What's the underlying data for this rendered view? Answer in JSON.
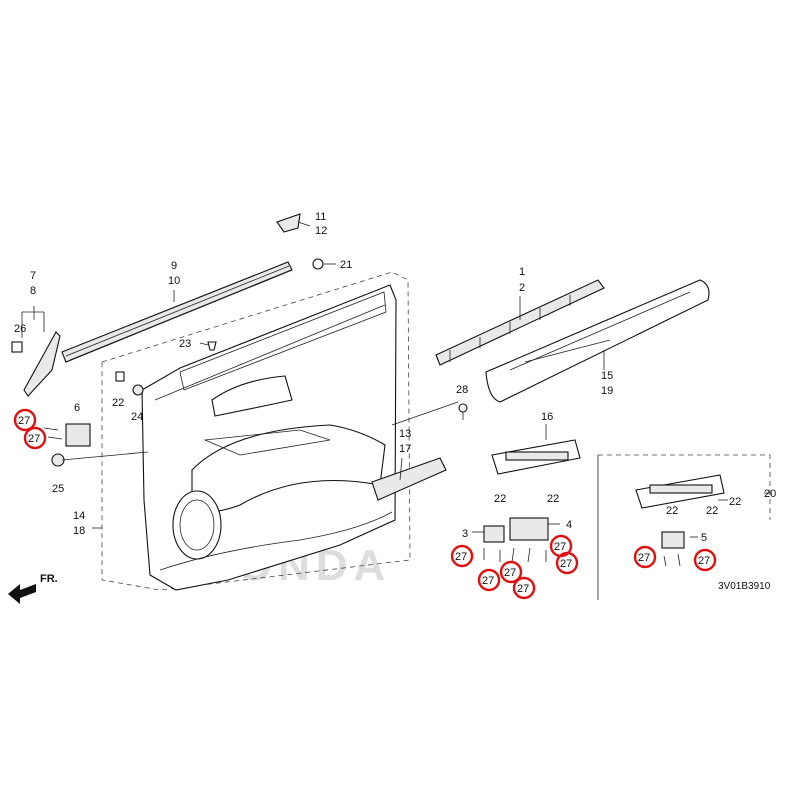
{
  "diagram": {
    "watermark": "HONDA",
    "direction_label": "FR.",
    "diagram_code": "3V01B3910",
    "highlight_color": "#e01010",
    "callouts": {
      "c1": "1",
      "c2": "2",
      "c3": "3",
      "c4": "4",
      "c5": "5",
      "c6": "6",
      "c7": "7",
      "c8": "8",
      "c9": "9",
      "c10": "10",
      "c11": "11",
      "c12": "12",
      "c13": "13",
      "c14": "14",
      "c15": "15",
      "c16": "16",
      "c17": "17",
      "c18": "18",
      "c19": "19",
      "c20": "20",
      "c21": "21",
      "c22a": "22",
      "c22b": "22",
      "c22c": "22",
      "c22d": "22",
      "c22e": "22",
      "c22f": "22",
      "c23": "23",
      "c24": "24",
      "c25": "25",
      "c26": "26",
      "c28": "28"
    },
    "highlighted_callouts": [
      {
        "id": "h1",
        "label": "27"
      },
      {
        "id": "h2",
        "label": "27"
      },
      {
        "id": "h3",
        "label": "27"
      },
      {
        "id": "h4",
        "label": "27"
      },
      {
        "id": "h5",
        "label": "27"
      },
      {
        "id": "h6",
        "label": "27"
      },
      {
        "id": "h7",
        "label": "27"
      },
      {
        "id": "h8",
        "label": "27"
      },
      {
        "id": "h9",
        "label": "27"
      },
      {
        "id": "h10",
        "label": "27"
      }
    ]
  }
}
